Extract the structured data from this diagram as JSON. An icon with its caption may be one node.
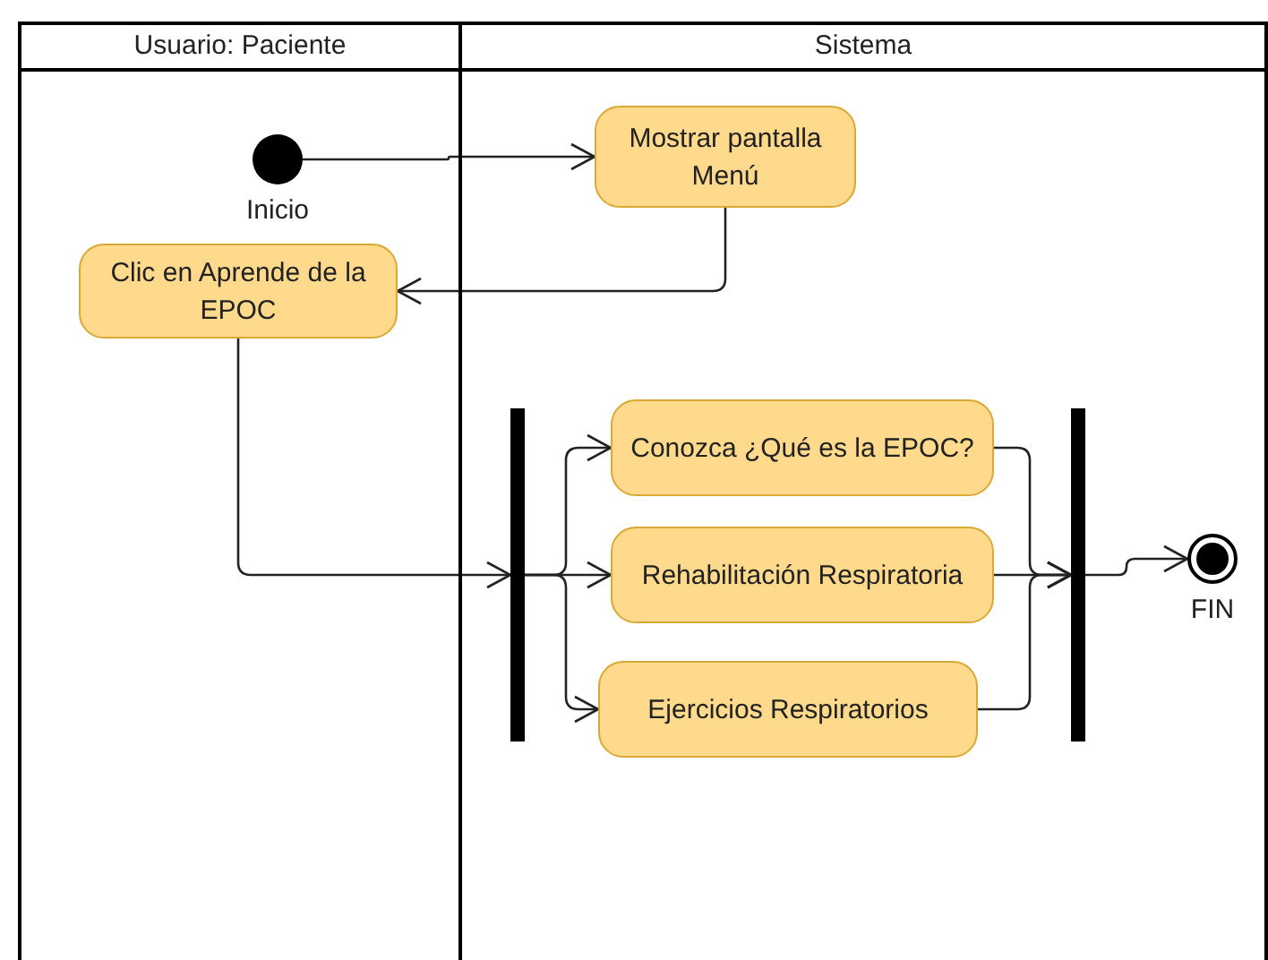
{
  "diagram": {
    "nodes": [
      {
        "text": [
          "Usuario: Paciente"
        ]
      },
      {
        "text": [
          "Sistema"
        ]
      },
      {
        "text": [],
        "shape": "circle",
        "beside": [
          "Inicio"
        ],
        "in": 0
      },
      {
        "text": [
          "Mostrar pantalla Menú"
        ],
        "in": 1
      },
      {
        "text": [
          "Clic en Aprende de la EPOC"
        ],
        "in": 0
      },
      {
        "text": [],
        "shape": "bar",
        "in": 1
      },
      {
        "text": [
          "Conozca ¿Qué es la EPOC?"
        ],
        "in": 1
      },
      {
        "text": [
          "Rehabilitación Respiratoria"
        ],
        "in": 1
      },
      {
        "text": [
          "Ejercicios Respiratorios"
        ],
        "in": 1
      },
      {
        "text": [],
        "shape": "bar",
        "in": 1
      },
      {
        "text": [],
        "shape": "bullseye",
        "beside": [
          "FIN"
        ],
        "in": 1
      }
    ],
    "edges": [
      {
        "from": 2,
        "to": 3,
        "arrow": "to"
      },
      {
        "from": 3,
        "to": 4,
        "arrow": "to"
      },
      {
        "from": 4,
        "to": 5,
        "arrow": "to"
      },
      {
        "from": 5,
        "to": 6,
        "arrow": "to"
      },
      {
        "from": 5,
        "to": 7,
        "arrow": "to"
      },
      {
        "from": 5,
        "to": 8,
        "arrow": "to"
      },
      {
        "from": 6,
        "to": 9,
        "arrow": "to"
      },
      {
        "from": 7,
        "to": 9,
        "arrow": "to"
      },
      {
        "from": 8,
        "to": 9,
        "arrow": "to"
      },
      {
        "from": 9,
        "to": 10,
        "arrow": "to"
      }
    ]
  }
}
